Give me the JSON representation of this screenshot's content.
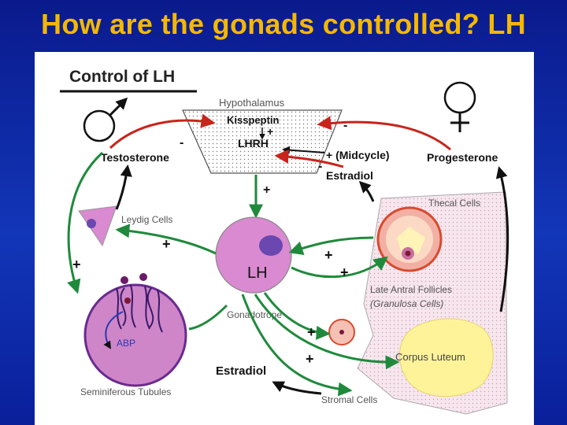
{
  "slide_title": "How are the gonads controlled?  LH",
  "diagram": {
    "heading": "Control of LH",
    "hypothalamus": "Hypothalamus",
    "kisspeptin": "Kisspeptin",
    "lhrh": "LHRH",
    "testosterone": "Testosterone",
    "progesterone": "Progesterone",
    "midcycle": "+ (Midcycle)",
    "estradiol_top": "Estradiol",
    "estradiol_bottom": "Estradiol",
    "leydig": "Leydig Cells",
    "lh": "LH",
    "gonadotrope": "Gonadotrope",
    "thecal": "Thecal Cells",
    "late_antral_1": "Late Antral Follicles",
    "late_antral_2": "(Granulosa Cells)",
    "corpus_luteum": "Corpus Luteum",
    "abp": "ABP",
    "seminiferous": "Seminiferous Tubules",
    "stromal": "Stromal Cells",
    "plus": "+",
    "minus": "-"
  },
  "colors": {
    "title": "#f5b800",
    "arrow_green": "#1f8a3c",
    "arrow_red": "#c8241c",
    "arrow_black": "#111111",
    "cell_pink": "#d98ad0",
    "nucleus": "#6a48b0",
    "corpus_luteum": "#fff39a"
  }
}
